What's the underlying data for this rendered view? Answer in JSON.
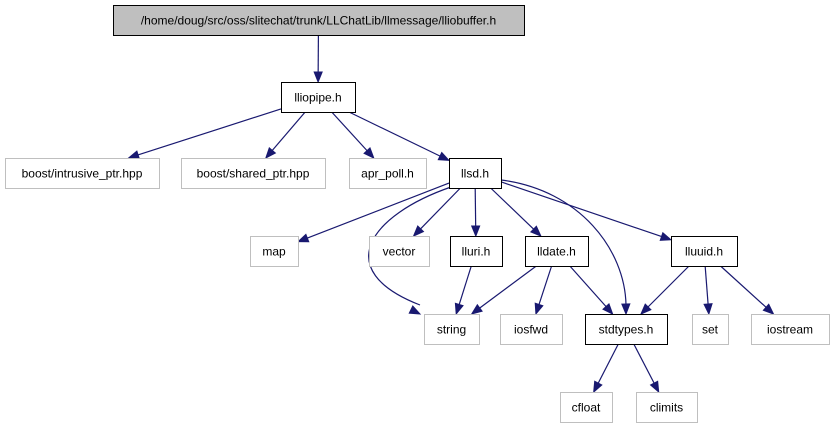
{
  "diagram": {
    "type": "include-dependency-graph",
    "colors": {
      "edge": "#191970",
      "root_fill": "#bfbfbf",
      "documented_border": "#000000",
      "external_border": "#bfbfbf",
      "external_text": "#404040",
      "background": "#ffffff"
    },
    "nodes": [
      {
        "id": "root",
        "label": "/home/doug/src/oss/slitechat/trunk/LLChatLib/llmessage/lliobuffer.h",
        "kind": "root"
      },
      {
        "id": "lliopipe",
        "label": "lliopipe.h",
        "kind": "documented"
      },
      {
        "id": "intrusive",
        "label": "boost/intrusive_ptr.hpp",
        "kind": "external"
      },
      {
        "id": "shared",
        "label": "boost/shared_ptr.hpp",
        "kind": "external"
      },
      {
        "id": "apr_poll",
        "label": "apr_poll.h",
        "kind": "external"
      },
      {
        "id": "llsd",
        "label": "llsd.h",
        "kind": "documented"
      },
      {
        "id": "map",
        "label": "map",
        "kind": "external"
      },
      {
        "id": "vector",
        "label": "vector",
        "kind": "external"
      },
      {
        "id": "lluri",
        "label": "lluri.h",
        "kind": "documented"
      },
      {
        "id": "lldate",
        "label": "lldate.h",
        "kind": "documented"
      },
      {
        "id": "lluuid",
        "label": "lluuid.h",
        "kind": "documented"
      },
      {
        "id": "string",
        "label": "string",
        "kind": "external"
      },
      {
        "id": "iosfwd",
        "label": "iosfwd",
        "kind": "external"
      },
      {
        "id": "stdtypes",
        "label": "stdtypes.h",
        "kind": "documented"
      },
      {
        "id": "set",
        "label": "set",
        "kind": "external"
      },
      {
        "id": "iostream",
        "label": "iostream",
        "kind": "external"
      },
      {
        "id": "cfloat",
        "label": "cfloat",
        "kind": "external"
      },
      {
        "id": "climits",
        "label": "climits",
        "kind": "external"
      }
    ],
    "edges": [
      {
        "from": "root",
        "to": "lliopipe"
      },
      {
        "from": "lliopipe",
        "to": "intrusive"
      },
      {
        "from": "lliopipe",
        "to": "shared"
      },
      {
        "from": "lliopipe",
        "to": "apr_poll"
      },
      {
        "from": "lliopipe",
        "to": "llsd"
      },
      {
        "from": "llsd",
        "to": "map"
      },
      {
        "from": "llsd",
        "to": "string"
      },
      {
        "from": "llsd",
        "to": "vector"
      },
      {
        "from": "llsd",
        "to": "lluri"
      },
      {
        "from": "llsd",
        "to": "lldate"
      },
      {
        "from": "llsd",
        "to": "stdtypes"
      },
      {
        "from": "llsd",
        "to": "lluuid"
      },
      {
        "from": "lluri",
        "to": "string"
      },
      {
        "from": "lldate",
        "to": "string"
      },
      {
        "from": "lldate",
        "to": "iosfwd"
      },
      {
        "from": "lldate",
        "to": "stdtypes"
      },
      {
        "from": "lluuid",
        "to": "stdtypes"
      },
      {
        "from": "lluuid",
        "to": "set"
      },
      {
        "from": "lluuid",
        "to": "iostream"
      },
      {
        "from": "stdtypes",
        "to": "cfloat"
      },
      {
        "from": "stdtypes",
        "to": "climits"
      }
    ]
  }
}
